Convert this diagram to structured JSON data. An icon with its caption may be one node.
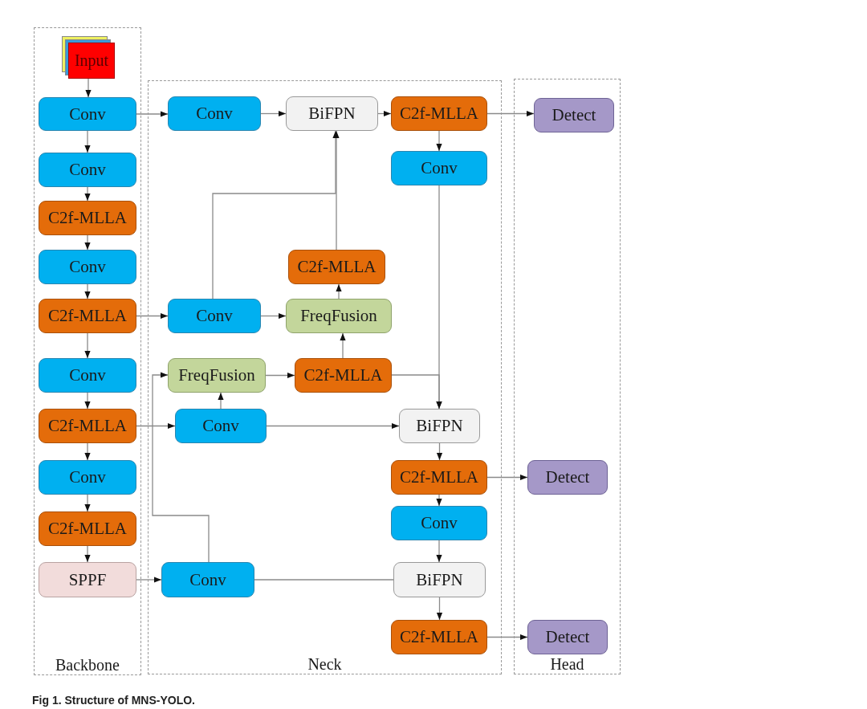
{
  "diagram": {
    "caption": "Fig 1. Structure of MNS-YOLO.",
    "nodes": [
      {
        "text": [
          "Backbone"
        ]
      },
      {
        "text": [
          "Neck"
        ]
      },
      {
        "text": [
          "Head"
        ]
      },
      {
        "text": [
          "Input"
        ],
        "in": 0
      },
      {
        "text": [
          "Conv"
        ],
        "in": 0
      },
      {
        "text": [
          "Conv"
        ],
        "in": 0
      },
      {
        "text": [
          "C2f-MLLA"
        ],
        "in": 0
      },
      {
        "text": [
          "Conv"
        ],
        "in": 0
      },
      {
        "text": [
          "C2f-MLLA"
        ],
        "in": 0
      },
      {
        "text": [
          "Conv"
        ],
        "in": 0
      },
      {
        "text": [
          "C2f-MLLA"
        ],
        "in": 0
      },
      {
        "text": [
          "Conv"
        ],
        "in": 0
      },
      {
        "text": [
          "C2f-MLLA"
        ],
        "in": 0
      },
      {
        "text": [
          "SPPF"
        ],
        "in": 0
      },
      {
        "text": [
          "Conv"
        ],
        "in": 1
      },
      {
        "text": [
          "BiFPN"
        ],
        "in": 1
      },
      {
        "text": [
          "C2f-MLLA"
        ],
        "in": 1
      },
      {
        "text": [
          "Conv"
        ],
        "in": 1
      },
      {
        "text": [
          "C2f-MLLA"
        ],
        "in": 1
      },
      {
        "text": [
          "Conv"
        ],
        "in": 1
      },
      {
        "text": [
          "FreqFusion"
        ],
        "in": 1
      },
      {
        "text": [
          "FreqFusion"
        ],
        "in": 1
      },
      {
        "text": [
          "C2f-MLLA"
        ],
        "in": 1
      },
      {
        "text": [
          "Conv"
        ],
        "in": 1
      },
      {
        "text": [
          "BiFPN"
        ],
        "in": 1
      },
      {
        "text": [
          "C2f-MLLA"
        ],
        "in": 1
      },
      {
        "text": [
          "Conv"
        ],
        "in": 1
      },
      {
        "text": [
          "BiFPN"
        ],
        "in": 1
      },
      {
        "text": [
          "C2f-MLLA"
        ],
        "in": 1
      },
      {
        "text": [
          "Conv"
        ],
        "in": 1
      },
      {
        "text": [
          "Detect"
        ],
        "in": 2
      },
      {
        "text": [
          "Detect"
        ],
        "in": 2
      },
      {
        "text": [
          "Detect"
        ],
        "in": 2
      }
    ],
    "edges": [
      {
        "from": 3,
        "to": 4,
        "arrow": "to"
      },
      {
        "from": 4,
        "to": 5,
        "arrow": "to"
      },
      {
        "from": 5,
        "to": 6,
        "arrow": "to"
      },
      {
        "from": 6,
        "to": 7,
        "arrow": "to"
      },
      {
        "from": 7,
        "to": 8,
        "arrow": "to"
      },
      {
        "from": 8,
        "to": 9,
        "arrow": "to"
      },
      {
        "from": 9,
        "to": 10,
        "arrow": "to"
      },
      {
        "from": 10,
        "to": 11,
        "arrow": "to"
      },
      {
        "from": 11,
        "to": 12,
        "arrow": "to"
      },
      {
        "from": 12,
        "to": 13,
        "arrow": "to"
      },
      {
        "from": 4,
        "to": 14,
        "arrow": "to"
      },
      {
        "from": 14,
        "to": 15,
        "arrow": "to"
      },
      {
        "from": 15,
        "to": 16,
        "arrow": "to"
      },
      {
        "from": 16,
        "to": 30,
        "arrow": "to"
      },
      {
        "from": 16,
        "to": 17,
        "arrow": "to"
      },
      {
        "from": 17,
        "to": 24,
        "arrow": "to"
      },
      {
        "from": 22,
        "to": 24,
        "arrow": "to"
      },
      {
        "from": 8,
        "to": 19,
        "arrow": "to"
      },
      {
        "from": 19,
        "to": 20,
        "arrow": "to"
      },
      {
        "from": 20,
        "to": 18,
        "arrow": "to"
      },
      {
        "from": 18,
        "to": 15,
        "arrow": "to"
      },
      {
        "from": 19,
        "to": 15,
        "arrow": "to"
      },
      {
        "from": 10,
        "to": 23,
        "arrow": "to"
      },
      {
        "from": 23,
        "to": 21,
        "arrow": "to"
      },
      {
        "from": 23,
        "to": 24,
        "arrow": "to"
      },
      {
        "from": 21,
        "to": 22,
        "arrow": "to"
      },
      {
        "from": 22,
        "to": 20,
        "arrow": "to"
      },
      {
        "from": 13,
        "to": 29,
        "arrow": "to"
      },
      {
        "from": 29,
        "to": 21,
        "arrow": "to"
      },
      {
        "from": 29,
        "to": 27,
        "arrow": "none"
      },
      {
        "from": 24,
        "to": 25,
        "arrow": "to"
      },
      {
        "from": 25,
        "to": 31,
        "arrow": "to"
      },
      {
        "from": 25,
        "to": 26,
        "arrow": "to"
      },
      {
        "from": 26,
        "to": 27,
        "arrow": "to"
      },
      {
        "from": 27,
        "to": 28,
        "arrow": "to"
      },
      {
        "from": 28,
        "to": 32,
        "arrow": "to"
      }
    ]
  }
}
